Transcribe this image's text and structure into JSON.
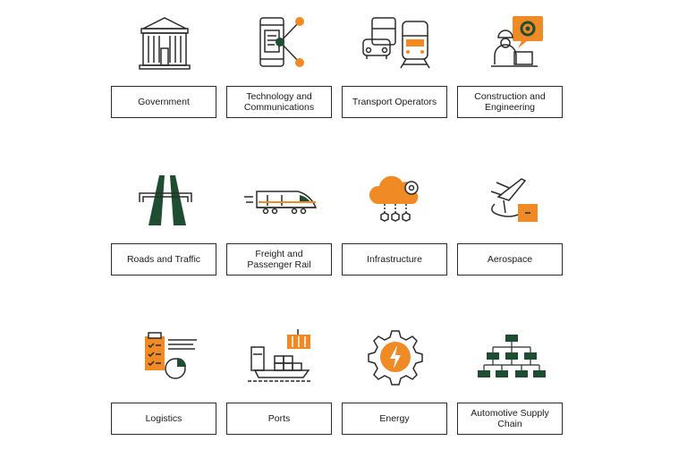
{
  "colors": {
    "accent": "#f08a24",
    "brand_green": "#1f4d32",
    "line": "#2b2b2b"
  },
  "sectors": [
    {
      "label": "Government",
      "icon": "government-building-icon"
    },
    {
      "label": "Technology and\nCommunications",
      "icon": "phone-network-icon"
    },
    {
      "label": "Transport Operators",
      "icon": "car-bus-train-icon"
    },
    {
      "label": "Construction and\nEngineering",
      "icon": "engineer-gear-icon"
    },
    {
      "label": "Roads and Traffic",
      "icon": "road-icon"
    },
    {
      "label": "Freight and\nPassenger Rail",
      "icon": "high-speed-train-icon"
    },
    {
      "label": "Infrastructure",
      "icon": "cloud-network-icon"
    },
    {
      "label": "Aerospace",
      "icon": "airplane-package-icon"
    },
    {
      "label": "Logistics",
      "icon": "checklist-chart-icon"
    },
    {
      "label": "Ports",
      "icon": "cargo-ship-icon"
    },
    {
      "label": "Energy",
      "icon": "energy-gear-icon"
    },
    {
      "label": "Automotive Supply\nChain",
      "icon": "hierarchy-chart-icon"
    }
  ]
}
